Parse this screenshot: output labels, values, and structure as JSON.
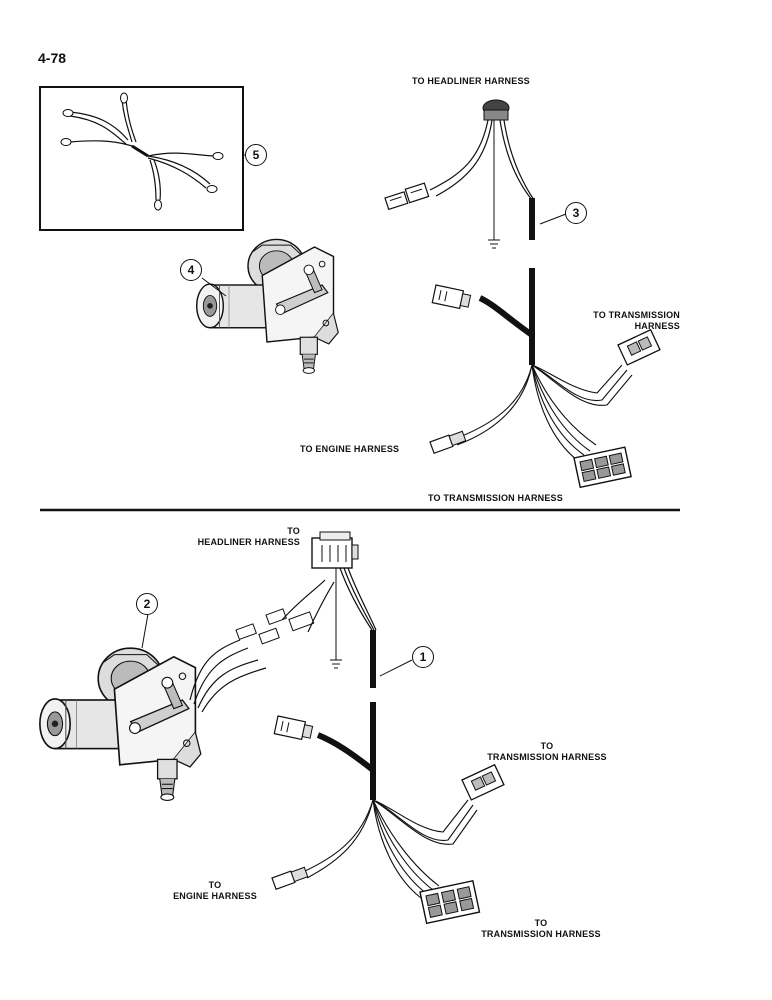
{
  "page_number": "4-78",
  "labels": {
    "top_headliner": "TO HEADLINER HARNESS",
    "top_transmission_1_line1": "TO TRANSMISSION",
    "top_transmission_1_line2": "HARNESS",
    "top_engine": "TO ENGINE HARNESS",
    "top_transmission_2": "TO TRANSMISSION HARNESS",
    "bottom_headliner_line1": "TO",
    "bottom_headliner_line2": "HEADLINER HARNESS",
    "bottom_transmission_1_line1": "TO",
    "bottom_transmission_1_line2": "TRANSMISSION HARNESS",
    "bottom_engine_line1": "TO",
    "bottom_engine_line2": "ENGINE HARNESS",
    "bottom_transmission_2_line1": "TO",
    "bottom_transmission_2_line2": "TRANSMISSION HARNESS"
  },
  "callouts": {
    "c1": "1",
    "c2": "2",
    "c3": "3",
    "c4": "4",
    "c5": "5"
  }
}
